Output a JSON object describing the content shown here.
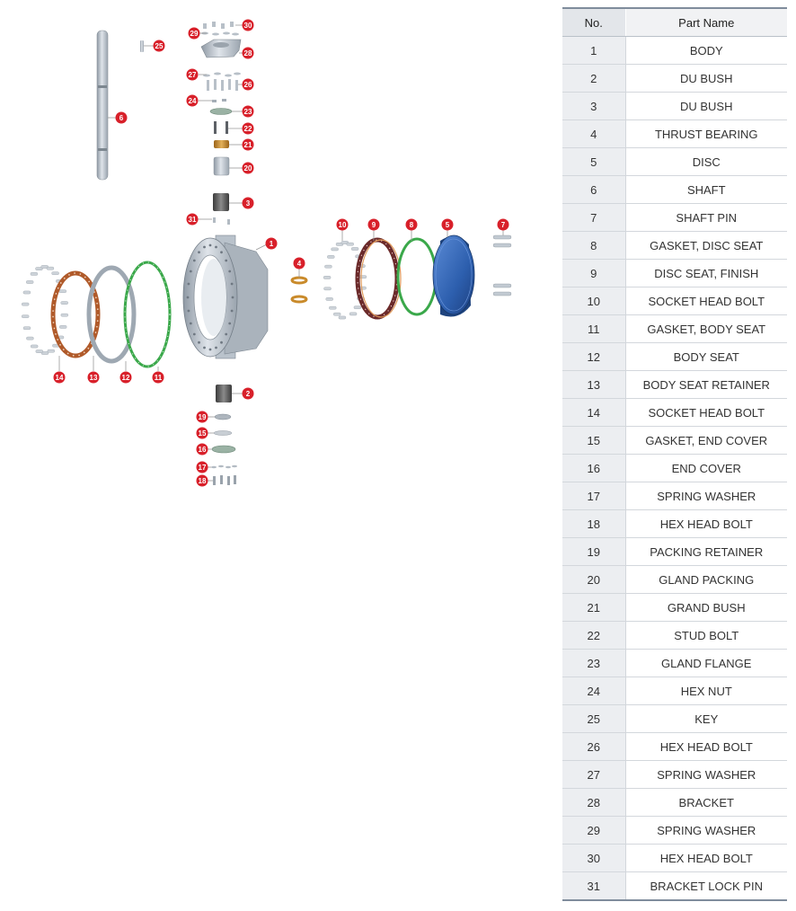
{
  "table": {
    "header_no": "No.",
    "header_name": "Part Name"
  },
  "parts": [
    {
      "no": "1",
      "name": "BODY"
    },
    {
      "no": "2",
      "name": "DU BUSH"
    },
    {
      "no": "3",
      "name": "DU BUSH"
    },
    {
      "no": "4",
      "name": "THRUST BEARING"
    },
    {
      "no": "5",
      "name": "DISC"
    },
    {
      "no": "6",
      "name": "SHAFT"
    },
    {
      "no": "7",
      "name": "SHAFT PIN"
    },
    {
      "no": "8",
      "name": "GASKET, DISC SEAT"
    },
    {
      "no": "9",
      "name": "DISC SEAT, FINISH"
    },
    {
      "no": "10",
      "name": "SOCKET HEAD BOLT"
    },
    {
      "no": "11",
      "name": "GASKET, BODY SEAT"
    },
    {
      "no": "12",
      "name": "BODY SEAT"
    },
    {
      "no": "13",
      "name": "BODY SEAT RETAINER"
    },
    {
      "no": "14",
      "name": "SOCKET HEAD BOLT"
    },
    {
      "no": "15",
      "name": "GASKET, END COVER"
    },
    {
      "no": "16",
      "name": "END COVER"
    },
    {
      "no": "17",
      "name": "SPRING WASHER"
    },
    {
      "no": "18",
      "name": "HEX HEAD BOLT"
    },
    {
      "no": "19",
      "name": "PACKING RETAINER"
    },
    {
      "no": "20",
      "name": "GLAND PACKING"
    },
    {
      "no": "21",
      "name": "GRAND BUSH"
    },
    {
      "no": "22",
      "name": "STUD BOLT"
    },
    {
      "no": "23",
      "name": "GLAND FLANGE"
    },
    {
      "no": "24",
      "name": "HEX NUT"
    },
    {
      "no": "25",
      "name": "KEY"
    },
    {
      "no": "26",
      "name": "HEX HEAD BOLT"
    },
    {
      "no": "27",
      "name": "SPRING WASHER"
    },
    {
      "no": "28",
      "name": "BRACKET"
    },
    {
      "no": "29",
      "name": "SPRING WASHER"
    },
    {
      "no": "30",
      "name": "HEX HEAD BOLT"
    },
    {
      "no": "31",
      "name": "BRACKET LOCK PIN"
    }
  ],
  "callouts": [
    "1",
    "2",
    "3",
    "4",
    "5",
    "6",
    "7",
    "8",
    "9",
    "10",
    "11",
    "12",
    "13",
    "14",
    "15",
    "16",
    "17",
    "18",
    "19",
    "20",
    "21",
    "22",
    "23",
    "24",
    "25",
    "26",
    "27",
    "28",
    "29",
    "30",
    "31"
  ],
  "colors": {
    "callout": "#d8202a",
    "ring_green": "#3aa84a",
    "ring_orange": "#c0622b",
    "ring_maroon": "#6b2a2a",
    "disc_blue": "#2f63b8",
    "bronze": "#c98a2a",
    "metal": "#b9c2cb",
    "table_rule": "#7f8c9c"
  }
}
